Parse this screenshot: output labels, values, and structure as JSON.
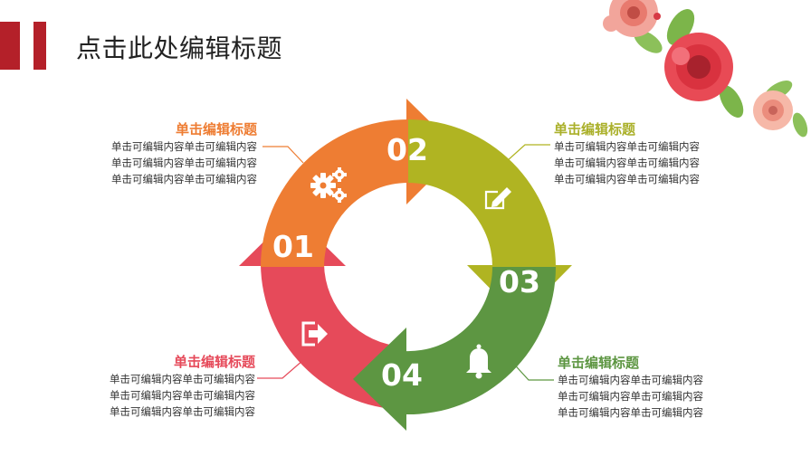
{
  "slide": {
    "title": "点击此处编辑标题"
  },
  "colors": {
    "accent_bar": "#b42029",
    "step1": "#e64a5a",
    "step2": "#ee7d33",
    "step3": "#b0b422",
    "step4": "#5d9642"
  },
  "steps": [
    {
      "number": "01",
      "icon": "exit-icon"
    },
    {
      "number": "02",
      "icon": "gears-icon"
    },
    {
      "number": "03",
      "icon": "edit-icon"
    },
    {
      "number": "04",
      "icon": "bell-icon"
    }
  ],
  "blocks": {
    "top_left": {
      "heading": "单击编辑标题",
      "lines": [
        "单击可编辑内容单击可编辑内容",
        "单击可编辑内容单击可编辑内容",
        "单击可编辑内容单击可编辑内容"
      ]
    },
    "top_right": {
      "heading": "单击编辑标题",
      "lines": [
        "单击可编辑内容单击可编辑内容",
        "单击可编辑内容单击可编辑内容",
        "单击可编辑内容单击可编辑内容"
      ]
    },
    "bottom_left": {
      "heading": "单击编辑标题",
      "lines": [
        "单击可编辑内容单击可编辑内容",
        "单击可编辑内容单击可编辑内容",
        "单击可编辑内容单击可编辑内容"
      ]
    },
    "bottom_right": {
      "heading": "单击编辑标题",
      "lines": [
        "单击可编辑内容单击可编辑内容",
        "单击可编辑内容单击可编辑内容",
        "单击可编辑内容单击可编辑内容"
      ]
    }
  }
}
